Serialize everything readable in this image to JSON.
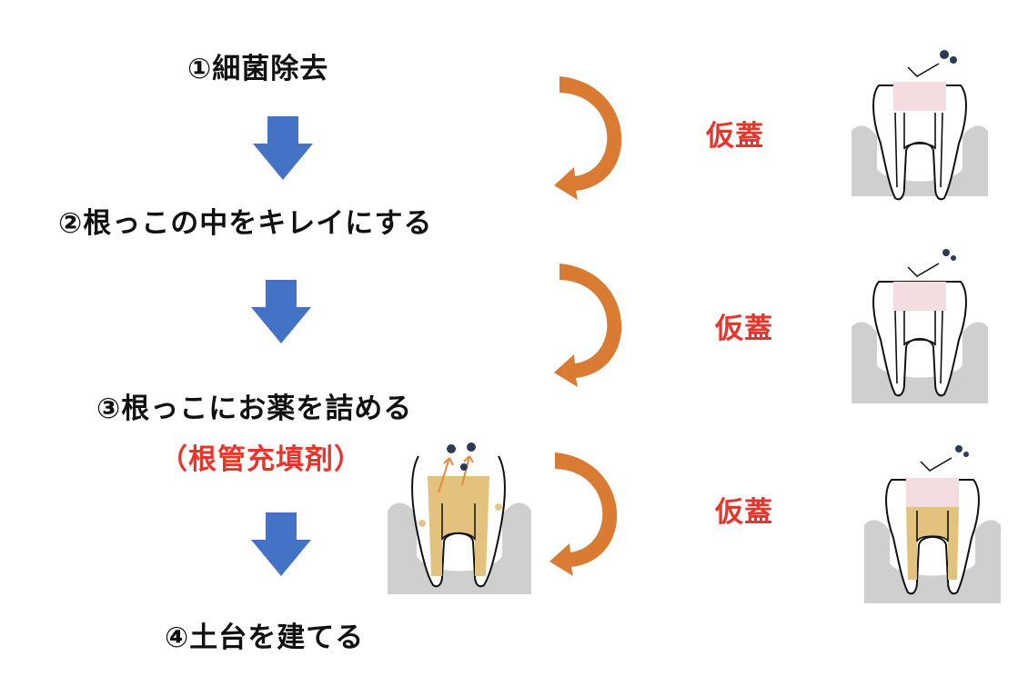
{
  "steps": [
    {
      "label": "①細菌除去"
    },
    {
      "label": "②根っこの中をキレイにする"
    },
    {
      "label": "③根っこにお薬を詰める"
    },
    {
      "label": "④土台を建てる"
    }
  ],
  "material_note": "（根管充填剤）",
  "temporary_labels": [
    "仮蓋",
    "仮蓋",
    "仮蓋"
  ],
  "colors": {
    "text": "#111111",
    "accent_red": "#e8352b",
    "arrow_blue": "#4472c4",
    "curve_orange": "#d97b33",
    "gum_gray": "#cfcfcf",
    "temp_fill_pink": "#f3dde0",
    "filling_gold": "#e2c27c",
    "bacteria": "#2b3a55"
  },
  "icons": [
    "down-arrow-icon",
    "curved-arrow-icon",
    "tooth-illustration",
    "bacteria-icon"
  ]
}
